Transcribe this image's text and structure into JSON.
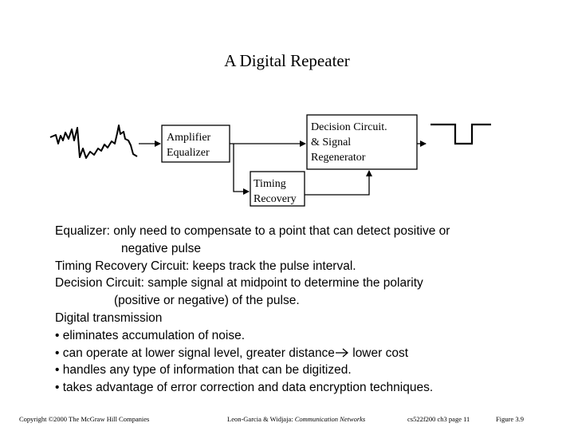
{
  "title": "A Digital Repeater",
  "blocks": {
    "amplifier": [
      "Amplifier",
      "Equalizer"
    ],
    "decision": [
      "Decision Circuit.",
      "& Signal",
      "Regenerator"
    ],
    "timing": [
      "Timing",
      "Recovery"
    ]
  },
  "icons": {
    "input_signal": "distorted-waveform-icon",
    "output_signal": "regenerated-pulse-icon"
  },
  "body": {
    "equalizer_1": "Equalizer: only need to compensate to a point that can detect positive or",
    "equalizer_2": "negative pulse",
    "timing": "Timing Recovery Circuit: keeps track the pulse interval.",
    "decision_1": "Decision Circuit: sample signal at midpoint to determine the polarity",
    "decision_2": "(positive or negative) of the pulse.",
    "digital_heading": "Digital transmission",
    "bullet_1": "• eliminates accumulation of noise.",
    "bullet_2_a": "• can operate at lower signal level, greater distance",
    "bullet_2_b": " lower cost",
    "bullet_3": "• handles any type of information that can be digitized.",
    "bullet_4": "• takes advantage of error correction and data encryption techniques."
  },
  "footer": {
    "copyright": "Copyright ©2000 The McGraw Hill Companies",
    "authors": "Leon-Garcia & Widjaja: ",
    "book": "Communication Networks",
    "course": "cs522f200 ch3 page 11",
    "figure": "Figure 3.9"
  }
}
